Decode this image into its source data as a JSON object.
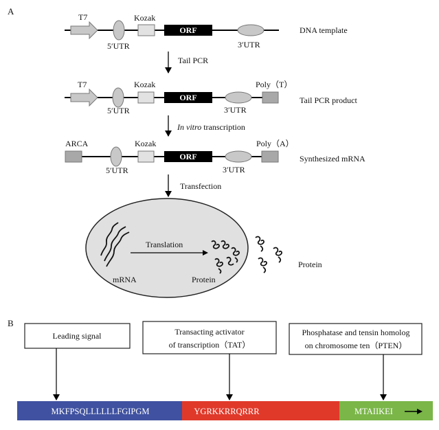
{
  "panels": {
    "a": "A",
    "b": "B"
  },
  "rows": [
    {
      "name": "DNA template",
      "left_element": "T7",
      "utr5": "5′UTR",
      "kozak": "Kozak",
      "orf": "ORF",
      "utr3": "3′UTR",
      "right_element": ""
    },
    {
      "name": "Tail PCR product",
      "left_element": "T7",
      "utr5": "5′UTR",
      "kozak": "Kozak",
      "orf": "ORF",
      "utr3": "3′UTR",
      "right_element": "Poly（T）"
    },
    {
      "name": "Synthesized mRNA",
      "left_element": "ARCA",
      "utr5": "5′UTR",
      "kozak": "Kozak",
      "orf": "ORF",
      "utr3": "3′UTR",
      "right_element": "Poly（A）"
    }
  ],
  "steps": {
    "step1": "Tail PCR",
    "step2_italic": "In vitro",
    "step2_rest": " transcription",
    "step3": "Transfection"
  },
  "cell": {
    "translation": "Translation",
    "mrna": "mRNA",
    "protein_inside": "Protein",
    "protein_outside": "Protein"
  },
  "construct": {
    "boxes": [
      {
        "line1": "Leading signal",
        "line2": ""
      },
      {
        "line1": "Transacting activator",
        "line2": "of transcription（TAT）"
      },
      {
        "line1": "Phosphatase and tensin homolog",
        "line2": "on chromosome ten（PTEN）"
      }
    ],
    "segments": [
      {
        "sequence": "MKFPSQLLLLLLFGIPGM",
        "color": "#3f51a0"
      },
      {
        "sequence": "YGRKKRRQRRR",
        "color": "#e0392a"
      },
      {
        "sequence": "MTAIIKEI",
        "color": "#7ab648"
      }
    ]
  },
  "colors": {
    "element_fill": "#c8c8c8",
    "kozak_fill": "#e2e2e2",
    "poly_fill": "#a8a8a8",
    "cell_fill": "#e0e0e0",
    "orf_fill": "#000000"
  }
}
